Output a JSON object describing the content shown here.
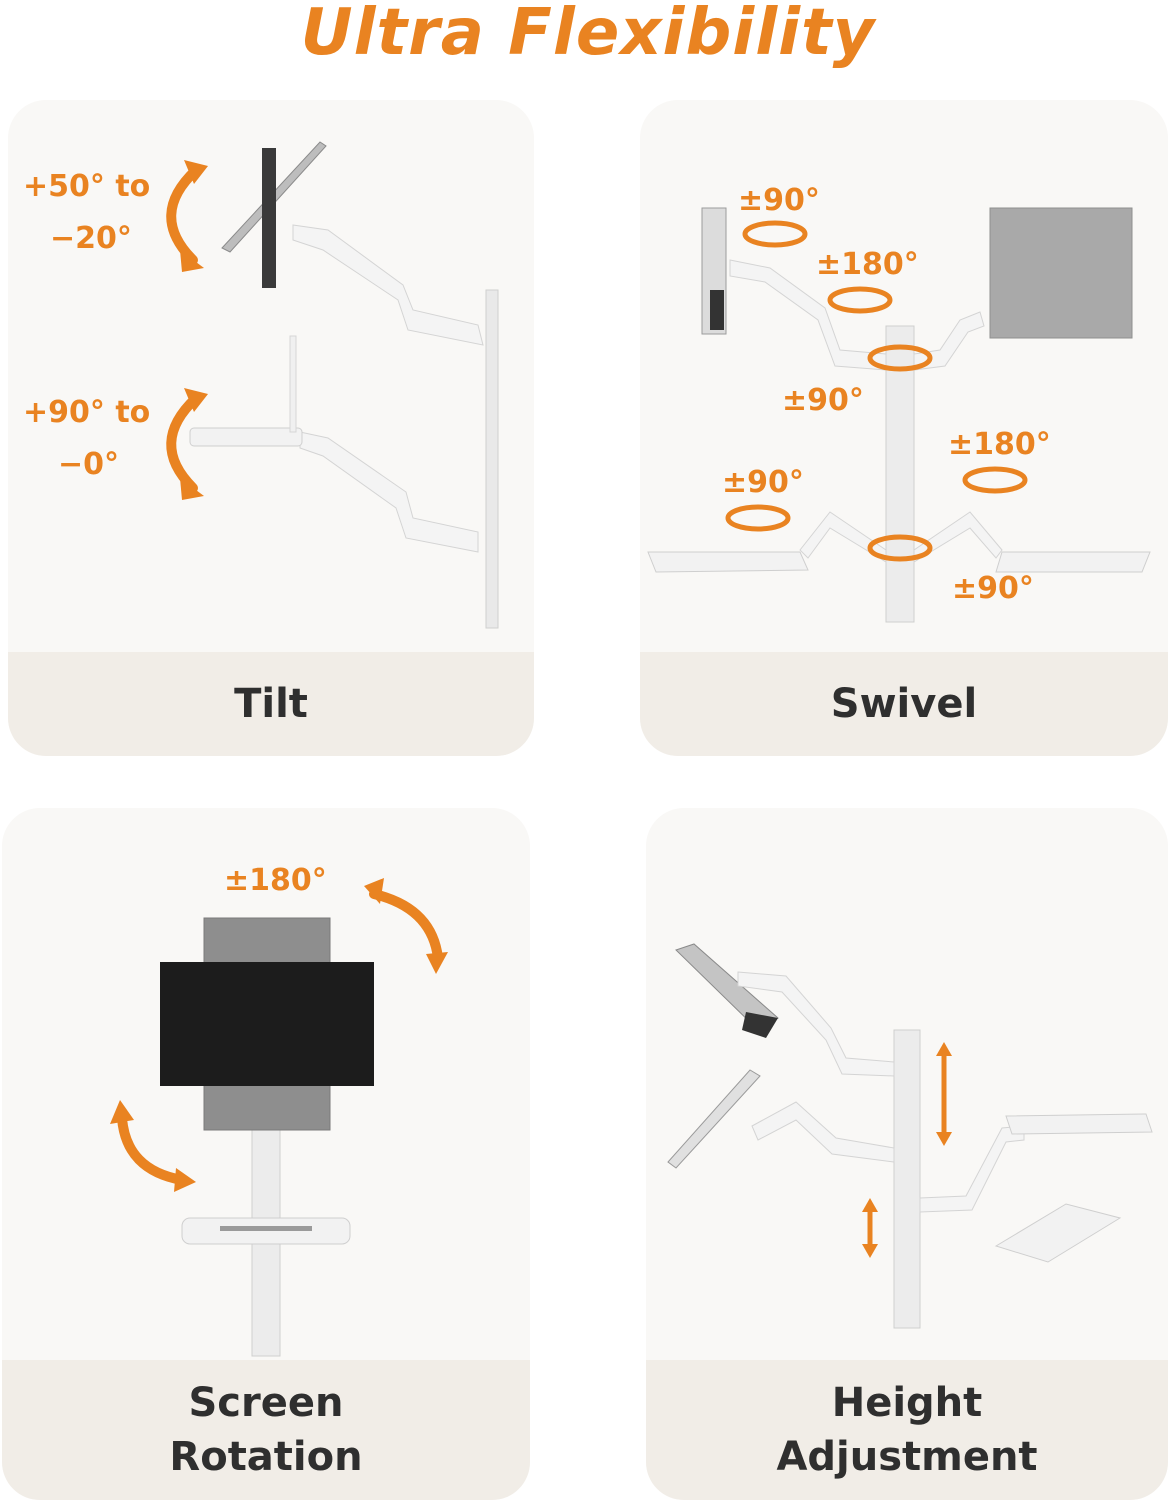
{
  "title": "Ultra Flexibility",
  "accent_color": "#e98321",
  "panels": [
    {
      "footer": "Tilt",
      "labels": [
        "+50° to",
        "−20°",
        "+90° to",
        "−0°"
      ]
    },
    {
      "footer": "Swivel",
      "labels": [
        "±90°",
        "±180°",
        "±90°",
        "±180°",
        "±90°",
        "±90°"
      ]
    },
    {
      "footer_line1": "Screen",
      "footer_line2": "Rotation",
      "labels": [
        "±180°"
      ]
    },
    {
      "footer_line1": "Height",
      "footer_line2": "Adjustment",
      "labels": []
    }
  ],
  "icons": [
    "curved-double-arrow-icon",
    "circular-rotation-arrow-icon",
    "vertical-double-arrow-icon"
  ]
}
